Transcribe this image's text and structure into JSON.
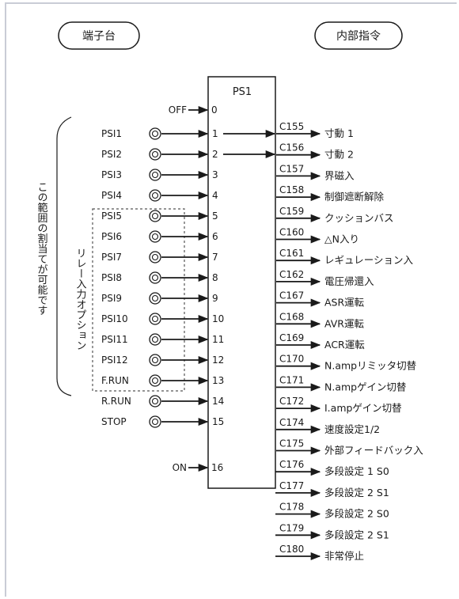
{
  "headers": {
    "left": "端子台",
    "right": "内部指令"
  },
  "block": {
    "title": "PS1"
  },
  "side_labels": {
    "range": "この範囲の割当てが可能です",
    "relay_option": "リレー入力オプション"
  },
  "top_input": {
    "label": "OFF",
    "num": "0"
  },
  "bottom_input": {
    "label": "ON",
    "num": "16"
  },
  "terminals": [
    {
      "label": "PSI1",
      "num": "1"
    },
    {
      "label": "PSI2",
      "num": "2"
    },
    {
      "label": "PSI3",
      "num": "3"
    },
    {
      "label": "PSI4",
      "num": "4"
    },
    {
      "label": "PSI5",
      "num": "5"
    },
    {
      "label": "PSI6",
      "num": "6"
    },
    {
      "label": "PSI7",
      "num": "7"
    },
    {
      "label": "PSI8",
      "num": "8"
    },
    {
      "label": "PSI9",
      "num": "9"
    },
    {
      "label": "PSI10",
      "num": "10"
    },
    {
      "label": "PSI11",
      "num": "11"
    },
    {
      "label": "PSI12",
      "num": "12"
    },
    {
      "label": "F.RUN",
      "num": "13"
    },
    {
      "label": "R.RUN",
      "num": "14"
    },
    {
      "label": "STOP",
      "num": "15"
    }
  ],
  "outputs": [
    {
      "code": "C155",
      "label": "寸動 1"
    },
    {
      "code": "C156",
      "label": "寸動 2"
    },
    {
      "code": "C157",
      "label": "界磁入"
    },
    {
      "code": "C158",
      "label": "制御遮断解除"
    },
    {
      "code": "C159",
      "label": "クッションバス"
    },
    {
      "code": "C160",
      "label": "△N入り"
    },
    {
      "code": "C161",
      "label": "レギュレーション入"
    },
    {
      "code": "C162",
      "label": "電圧帰還入"
    },
    {
      "code": "C167",
      "label": "ASR運転"
    },
    {
      "code": "C168",
      "label": "AVR運転"
    },
    {
      "code": "C169",
      "label": "ACR運転"
    },
    {
      "code": "C170",
      "label": "N.ampリミッタ切替"
    },
    {
      "code": "C171",
      "label": "N.ampゲイン切替"
    },
    {
      "code": "C172",
      "label": "I.ampゲイン切替"
    },
    {
      "code": "C174",
      "label": "速度設定1/2"
    },
    {
      "code": "C175",
      "label": "外部フィードバック入"
    },
    {
      "code": "C176",
      "label": "多段設定 1 S0"
    },
    {
      "code": "C177",
      "label": "多段設定 2 S1"
    },
    {
      "code": "C178",
      "label": "多段設定 2 S0"
    },
    {
      "code": "C179",
      "label": "多段設定 2 S1"
    },
    {
      "code": "C180",
      "label": "非常停止"
    }
  ]
}
